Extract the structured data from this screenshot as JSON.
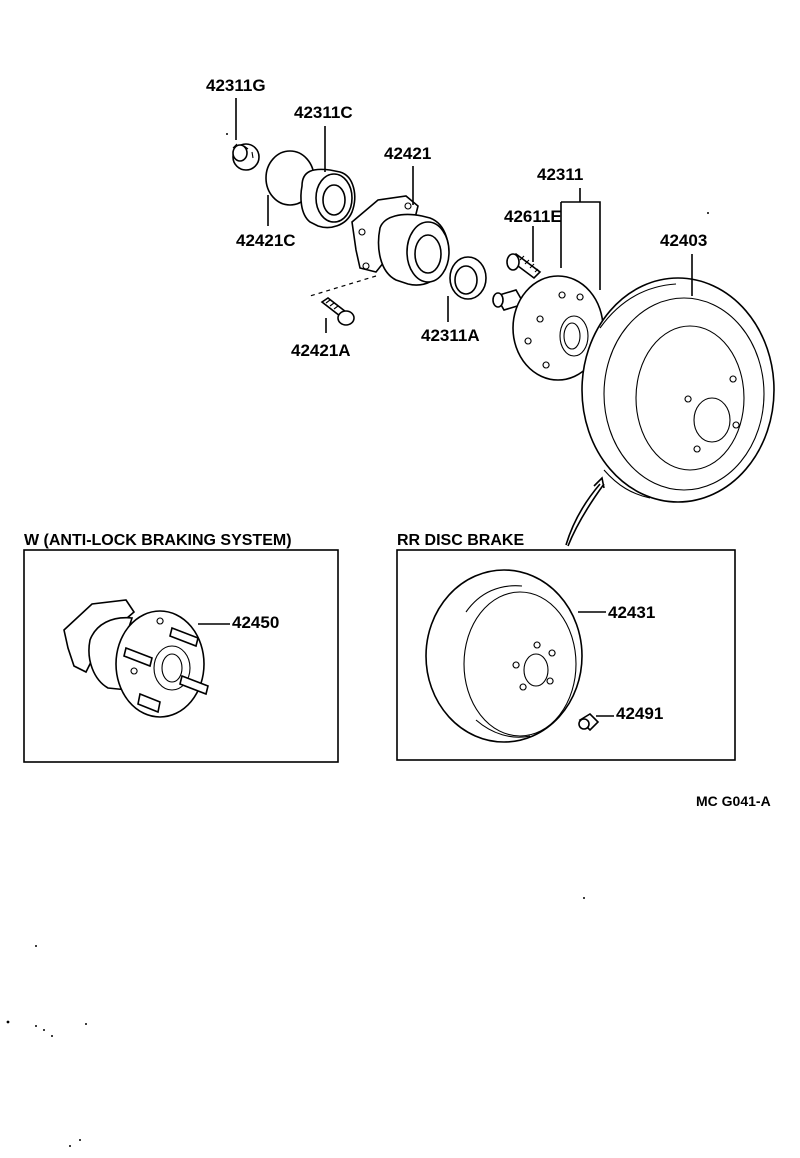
{
  "labels": {
    "p42311G": "42311G",
    "p42311C": "42311C",
    "p42421": "42421",
    "p42421C": "42421C",
    "p42311": "42311",
    "p42611E": "42611E",
    "p42403": "42403",
    "p42421A": "42421A",
    "p42311A": "42311A",
    "p42450": "42450",
    "p42431": "42431",
    "p42491": "42491"
  },
  "boxes": {
    "abs_title": "W (ANTI-LOCK BRAKING SYSTEM)",
    "disc_title": "RR DISC BRAKE"
  },
  "figure_ref": "MC G041-A"
}
